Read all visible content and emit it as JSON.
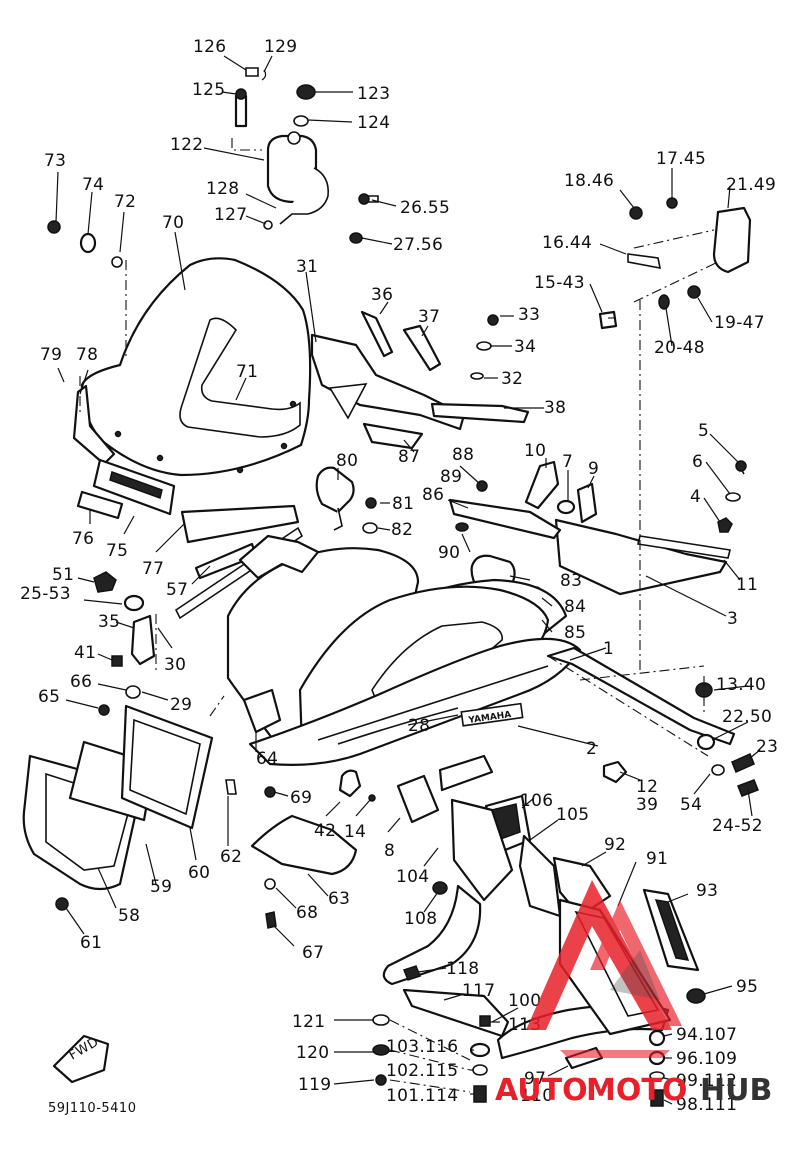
{
  "diagram_code": "59J110-5410",
  "fwd_label": "FWD",
  "emblem_text": "YAMAHA",
  "watermark": {
    "part1": "AUTO",
    "part2": "MOTO",
    "part3": "HUB",
    "color1": "#e8202a",
    "color2": "#333333"
  },
  "labels": [
    "126",
    "129",
    "125",
    "123",
    "124",
    "122",
    "128",
    "127",
    "26.55",
    "27.56",
    "73",
    "74",
    "72",
    "70",
    "31",
    "36",
    "37",
    "33",
    "34",
    "32",
    "38",
    "71",
    "79",
    "78",
    "18.46",
    "17.45",
    "21.49",
    "16.44",
    "15-43",
    "19-47",
    "20-48",
    "5",
    "6",
    "4",
    "10",
    "7",
    "9",
    "11",
    "3",
    "80",
    "81",
    "82",
    "88",
    "89",
    "86",
    "90",
    "83",
    "84",
    "85",
    "87",
    "76",
    "75",
    "77",
    "57",
    "51",
    "25-53",
    "35",
    "41",
    "30",
    "66",
    "29",
    "65",
    "1",
    "13.40",
    "22.50",
    "23",
    "2",
    "28",
    "12",
    "39",
    "54",
    "24-52",
    "64",
    "69",
    "42",
    "14",
    "8",
    "106",
    "105",
    "104",
    "108",
    "92",
    "91",
    "93",
    "62",
    "60",
    "59",
    "58",
    "61",
    "68",
    "63",
    "67",
    "118",
    "117",
    "100",
    "113",
    "95",
    "121",
    "120",
    "103.116",
    "102.115",
    "101.114",
    "119",
    "97",
    "110",
    "94.107",
    "96.109",
    "99.112",
    "98.111"
  ]
}
